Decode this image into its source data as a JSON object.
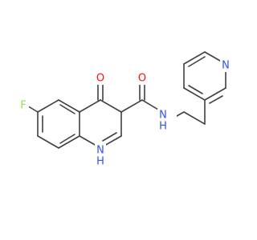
{
  "molecule": {
    "atoms": {
      "F": {
        "text": "F",
        "color": "#90E050"
      },
      "O": {
        "text": "O",
        "color": "#FF0D0D"
      },
      "O2": {
        "text": "O",
        "color": "#FF0D0D"
      },
      "N_amide": {
        "text": "N",
        "color": "#3050F8"
      },
      "H_amide": {
        "text": "H",
        "color": "#3050F8"
      },
      "N_quin": {
        "text": "N",
        "color": "#3050F8"
      },
      "H_quin": {
        "text": "H",
        "color": "#3050F8"
      },
      "N_pyr": {
        "text": "N",
        "color": "#3050F8"
      }
    },
    "bond_color": "#404040"
  }
}
